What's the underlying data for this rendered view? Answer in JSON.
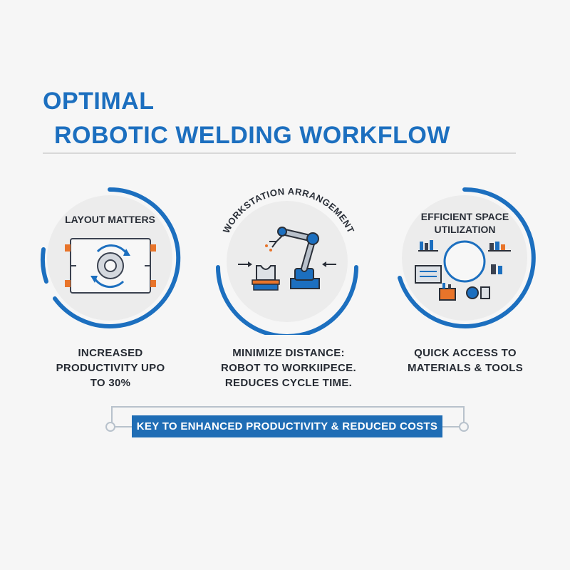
{
  "title": {
    "line1": "OPTIMAL",
    "line2": "ROBOTIC WELDING WORKFLOW"
  },
  "panels": [
    {
      "label": "LAYOUT MATTERS",
      "caption": [
        "INCREASED",
        "PRODUCTIVITY UPO",
        "TO 30%"
      ],
      "icon": "rotating-fixture-icon"
    },
    {
      "label": "WORKSTATION ARRANGEMENT",
      "caption": [
        "MINIMIZE DISTANCE:",
        "ROBOT TO WORKIIPECE.",
        "REDUCES CYCLE TIME."
      ],
      "icon": "robot-arm-icon"
    },
    {
      "label": [
        "EFFICIENT SPACE",
        "UTILIZATION"
      ],
      "caption": [
        "QUICK ACCESS TO",
        "MATERIALS & TOOLS"
      ],
      "icon": "shelves-tools-icon"
    }
  ],
  "banner": {
    "text": "KEY TO ENHANCED PRODUCTIVITY & REDUCED COSTS"
  },
  "colors": {
    "accent": "#1c6fbf",
    "orange": "#e8742a",
    "dark": "#2a2f38"
  }
}
